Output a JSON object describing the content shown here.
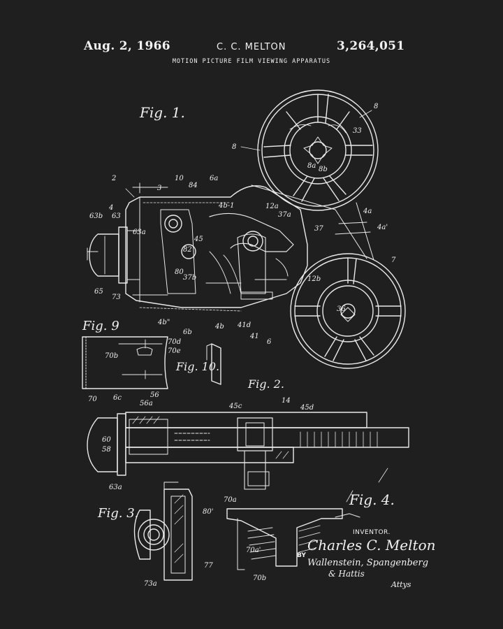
{
  "header": {
    "date": "Aug. 2, 1966",
    "inventor_short": "C. C. MELTON",
    "patent_number": "3,264,051",
    "title": "MOTION PICTURE FILM VIEWING APPARATUS"
  },
  "figures": {
    "fig1": "Fig. 1.",
    "fig2": "Fig. 2.",
    "fig3": "Fig. 3.",
    "fig4": "Fig. 4.",
    "fig9": "Fig. 9",
    "fig10": "Fig. 10."
  },
  "refs": {
    "r8a": "8",
    "r8b": "8",
    "r33": "33",
    "r8a2": "8a",
    "r8b2": "8b",
    "r2": "2",
    "r3": "3",
    "r10": "10",
    "r84": "84",
    "r6a": "6a",
    "r63b": "63b",
    "r63": "63",
    "r4": "4",
    "r63a": "63a",
    "r45": "45",
    "r82": "82",
    "r80": "80",
    "r37b": "37b",
    "r65": "65",
    "r73": "73",
    "r4b1": "4b-1",
    "r12a": "12a",
    "r37a": "37a",
    "r37": "37",
    "r4a": "4a",
    "r4a2": "4a'",
    "r7": "7",
    "r36": "36",
    "r12b": "12b",
    "r6": "6",
    "r4b": "4b",
    "r41": "41",
    "r41d": "41d",
    "r4b2": "4b\"",
    "r6b": "6b",
    "r70b": "70b",
    "r70d": "70d",
    "r70e": "70e",
    "r70": "70",
    "r6c": "6c",
    "r56": "56",
    "r56a": "56a",
    "r45c": "45c",
    "r14": "14",
    "r45d": "45d",
    "r60": "60",
    "r58": "58",
    "r63a2": "63a",
    "r73a": "73a",
    "r80p": "80'",
    "r77": "77",
    "r70a": "70a",
    "r70a2": "70a'",
    "r70b2": "70b"
  },
  "inventor_block": {
    "label": "INVENTOR.",
    "name": "Charles C. Melton",
    "by": "BY",
    "attorney_line1": "Wallenstein, Spangenberg",
    "attorney_line2": "& Hattis",
    "attys": "Attys"
  }
}
